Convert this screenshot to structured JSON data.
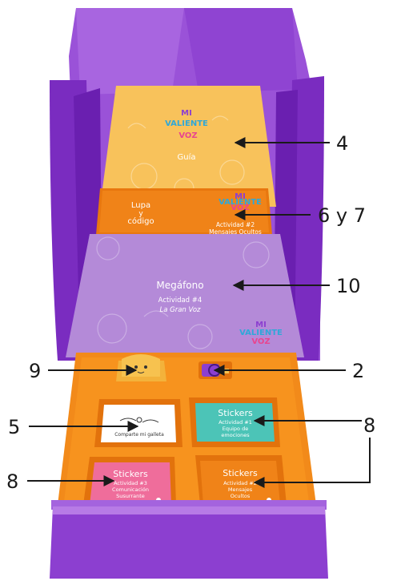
{
  "colors": {
    "box_purple": "#8c3fd0",
    "box_purple_dark": "#6b1fb1",
    "box_purple_light": "#b77be6",
    "tray_orange": "#f7921e",
    "guide_yellow": "#f8c25b",
    "card_orange": "#f08318",
    "mega_purple": "#b48ad8",
    "sticker_teal": "#4cc4b7",
    "sticker_pink": "#ef6d9b",
    "arrow_black": "#1a1a1a"
  },
  "logo": {
    "line1": "MI",
    "line2": "VALIENTE",
    "line3": "VOZ"
  },
  "guide": {
    "title": "Guía"
  },
  "card_lupa": {
    "line1": "Lupa",
    "line2": "y",
    "line3": "código",
    "activity": "Actividad #2",
    "subtitle": "Mensajes Ocultos"
  },
  "megafono": {
    "title": "Megáfono",
    "activity": "Actividad #4",
    "subtitle": "La Gran Voz"
  },
  "card_photo": {
    "caption": "Comparte mi galleta"
  },
  "sticker_teal": {
    "title": "Stickers",
    "activity": "Actividad #1",
    "line1": "Equipo de",
    "line2": "emociones"
  },
  "sticker_pink": {
    "title": "Stickers",
    "activity": "Actividad #3",
    "line1": "Comunicación",
    "line2": "Susurrante"
  },
  "sticker_orange": {
    "title": "Stickers",
    "activity": "Actividad #2",
    "line1": "Mensajes",
    "line2": "Ocultos"
  },
  "callouts": {
    "n4": "4",
    "n67": "6 y 7",
    "n10": "10",
    "n9": "9",
    "n2": "2",
    "n5": "5",
    "n8a": "8",
    "n8b": "8"
  }
}
